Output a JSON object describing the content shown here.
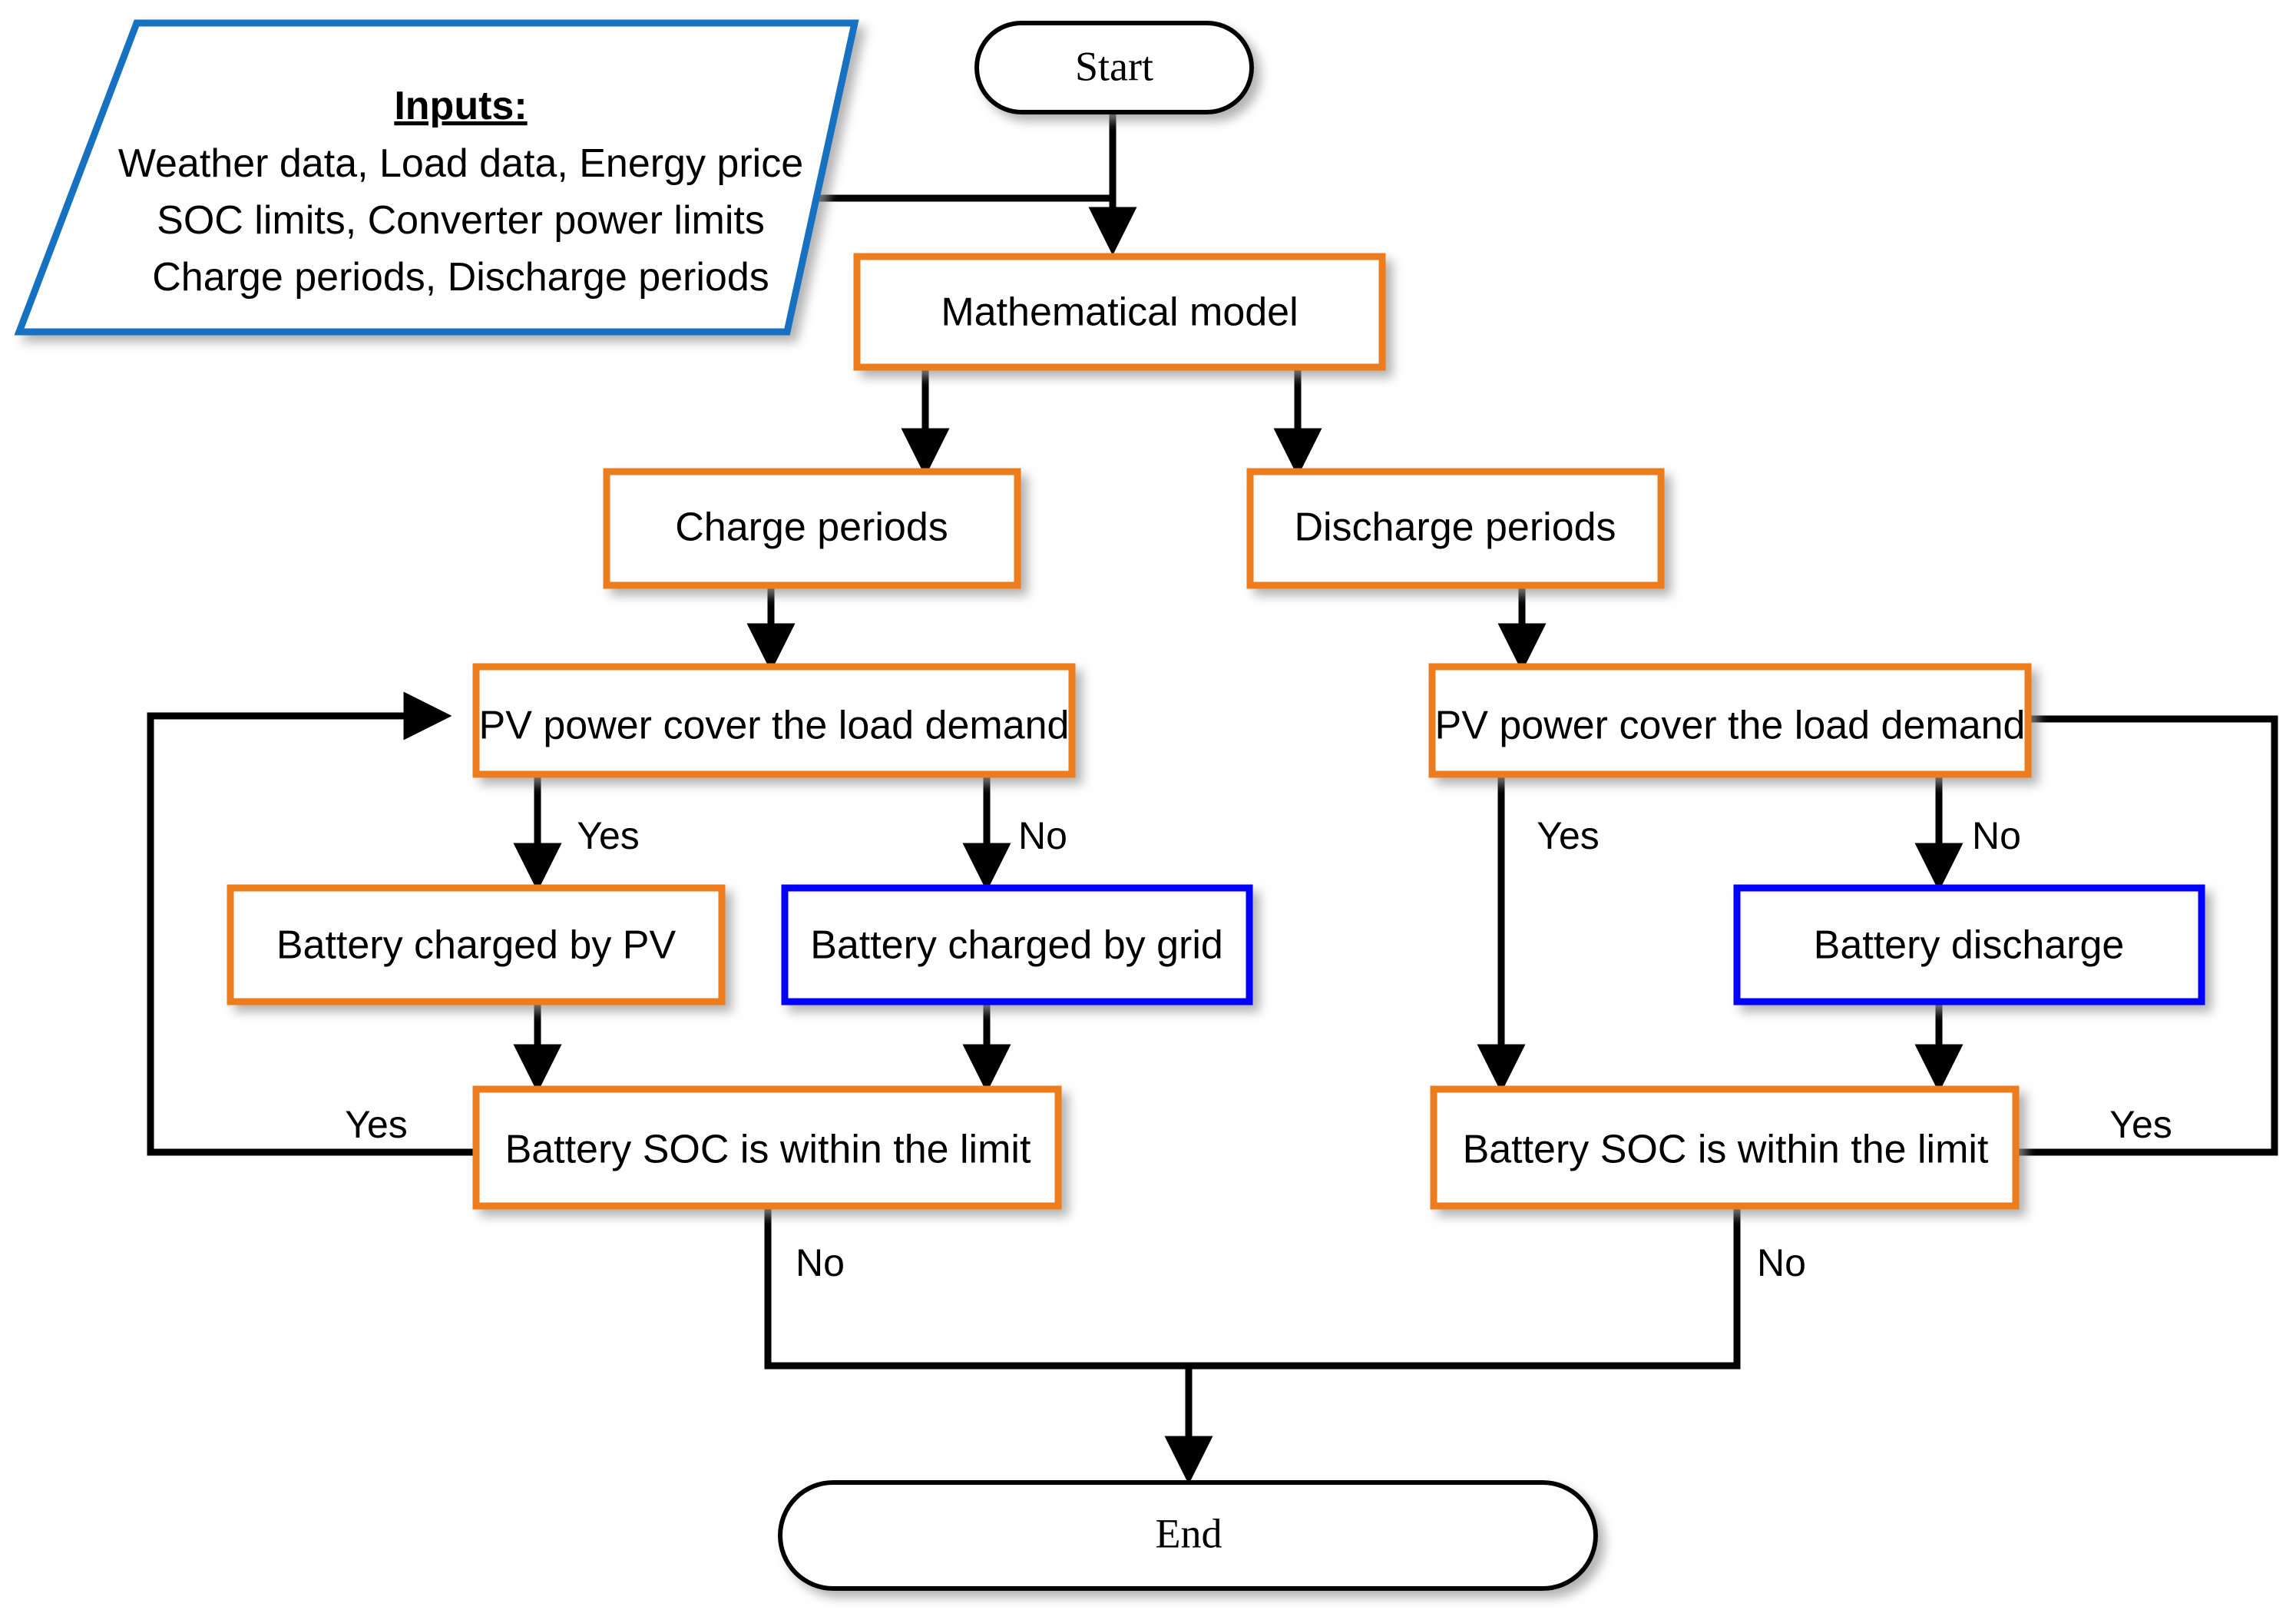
{
  "diagram": {
    "title": "Battery charge/discharge scheduling flowchart",
    "colors": {
      "orange": "#ED7D1B",
      "blue": "#0000FF",
      "parallelogram_blue": "#1272C0",
      "connector": "#000000",
      "background": "#FFFFFF"
    },
    "nodes": {
      "start": "Start",
      "end": "End",
      "inputs_title": "Inputs:",
      "inputs_line1": "Weather data, Load data, Energy price",
      "inputs_line2": "SOC limits, Converter power limits",
      "inputs_line3": "Charge periods, Discharge periods",
      "math_model": "Mathematical model",
      "charge_periods": "Charge periods",
      "discharge_periods": "Discharge periods",
      "pv_cover_left": "PV power cover the load demand",
      "pv_cover_right": "PV power cover the load demand",
      "battery_charged_pv": "Battery charged by PV",
      "battery_charged_grid": "Battery charged by grid",
      "battery_discharge": "Battery discharge",
      "soc_limit_left": "Battery SOC is within the limit",
      "soc_limit_right": "Battery SOC is within the limit"
    },
    "edge_labels": {
      "left_pv_yes": "Yes",
      "left_pv_no": "No",
      "right_pv_yes": "Yes",
      "right_pv_no": "No",
      "left_soc_yes": "Yes",
      "left_soc_no": "No",
      "right_soc_yes": "Yes",
      "right_soc_no": "No"
    }
  }
}
